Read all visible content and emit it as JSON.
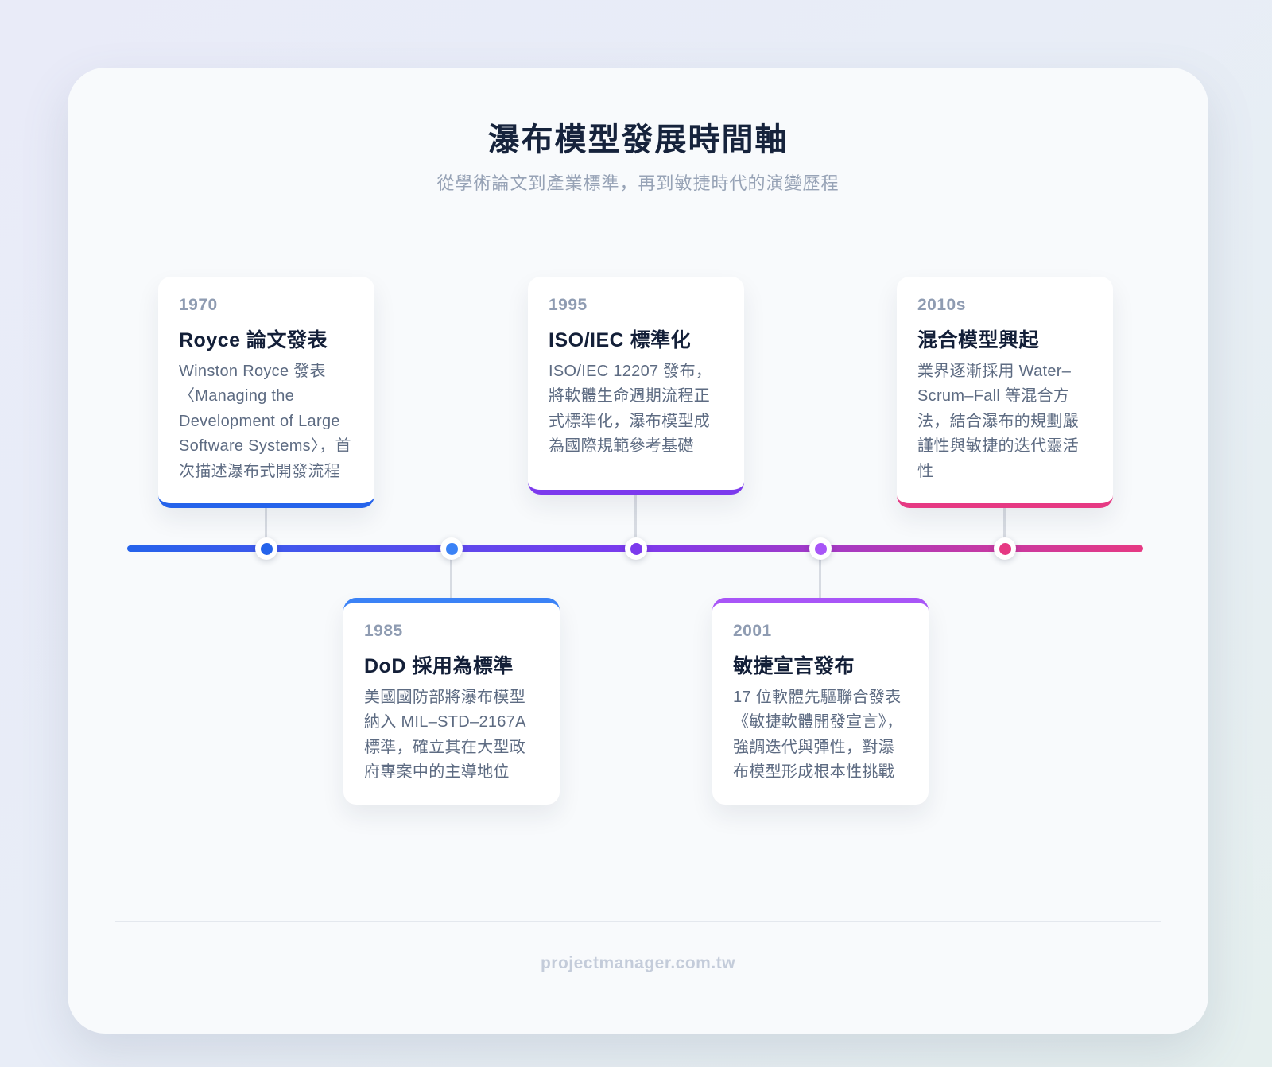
{
  "header": {
    "title": "瀑布模型發展時間軸",
    "subtitle": "從學術論文到產業標準，再到敏捷時代的演變歷程"
  },
  "colors": {
    "line_gradient": [
      "#2563eb",
      "#7c3aed",
      "#e63983"
    ],
    "connector": "#d7dbe2",
    "panel_background": "#f8fafc",
    "card_background": "#ffffff"
  },
  "timeline": {
    "events": [
      {
        "year": "1970",
        "title": "Royce 論文發表",
        "description": "Winston Royce 發表〈Managing the Development of Large Software Systems〉，首次描述瀑布式開發流程",
        "accent": "#2563eb",
        "position": "above"
      },
      {
        "year": "1985",
        "title": "DoD 採用為標準",
        "description": "美國國防部將瀑布模型納入 MIL–STD–2167A 標準，確立其在大型政府專案中的主導地位",
        "accent": "#3b82f6",
        "position": "below"
      },
      {
        "year": "1995",
        "title": "ISO/IEC 標準化",
        "description": "ISO/IEC 12207 發布，將軟體生命週期流程正式標準化，瀑布模型成為國際規範參考基礎",
        "accent": "#7c3aed",
        "position": "above"
      },
      {
        "year": "2001",
        "title": "敏捷宣言發布",
        "description": "17 位軟體先驅聯合發表《敏捷軟體開發宣言》，強調迭代與彈性，對瀑布模型形成根本性挑戰",
        "accent": "#a855f7",
        "position": "below"
      },
      {
        "year": "2010s",
        "title": "混合模型興起",
        "description": "業界逐漸採用 Water–Scrum–Fall 等混合方法，結合瀑布的規劃嚴謹性與敏捷的迭代靈活性",
        "accent": "#e63983",
        "position": "above"
      }
    ]
  },
  "footer": {
    "site": "projectmanager.com.tw"
  }
}
